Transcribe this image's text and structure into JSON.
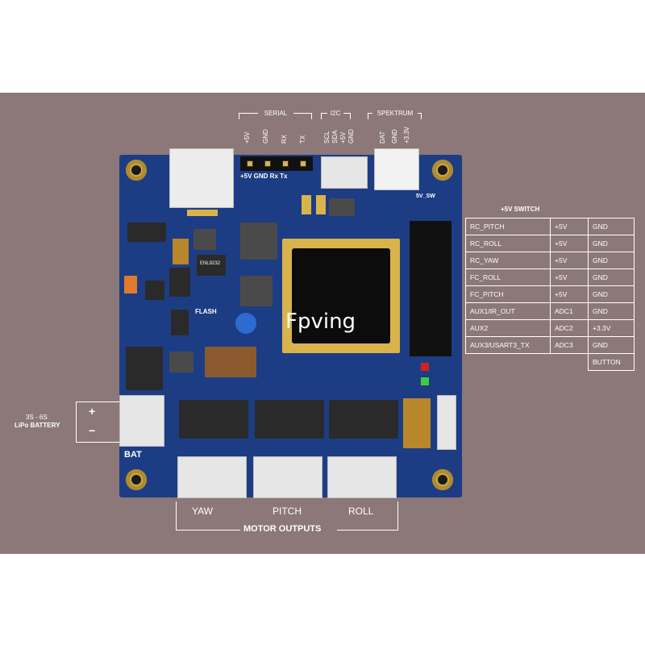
{
  "labels": {
    "serial_group": "SERIAL",
    "serial_pins": [
      "+5V",
      "GND",
      "RX",
      "TX"
    ],
    "i2c_group": "I2C",
    "i2c_pins": [
      "SCL",
      "SDA",
      "+5V",
      "GND"
    ],
    "spektrum_group": "SPEKTRUM",
    "spektrum_pins": [
      "DAT",
      "GND",
      "+3.3V"
    ],
    "serial_silk": "+5V GND  Rx  Tx",
    "flash_silk": "FLASH",
    "sw_silk": "5V_SW",
    "bat_silk": "BAT",
    "battery_line1": "3S - 6S",
    "battery_line2": "LiPo BATTERY",
    "battery_plus": "+",
    "battery_minus": "−",
    "switch_title": "+5V SWITCH",
    "motor_yaw": "YAW",
    "motor_pitch": "PITCH",
    "motor_roll": "ROLL",
    "motor_outputs": "MOTOR OUTPUTS",
    "watermark": "Fpving",
    "chip_marking": "ENL9232"
  },
  "pin_table": [
    [
      "RC_PITCH",
      "+5V",
      "GND"
    ],
    [
      "RC_ROLL",
      "+5V",
      "GND"
    ],
    [
      "RC_YAW",
      "+5V",
      "GND"
    ],
    [
      "FC_ROLL",
      "+5V",
      "GND"
    ],
    [
      "FC_PITCH",
      "+5V",
      "GND"
    ],
    [
      "AUX1/IR_OUT",
      "ADC1",
      "GND"
    ],
    [
      "AUX2",
      "ADC2",
      "+3.3V"
    ],
    [
      "AUX3/USART3_TX",
      "ADC3",
      "GND"
    ],
    [
      "",
      "",
      "BUTTON"
    ]
  ],
  "colors": {
    "background_panel": "#8c7878",
    "pcb": "#1c3d84",
    "gold": "#d9b34c"
  }
}
